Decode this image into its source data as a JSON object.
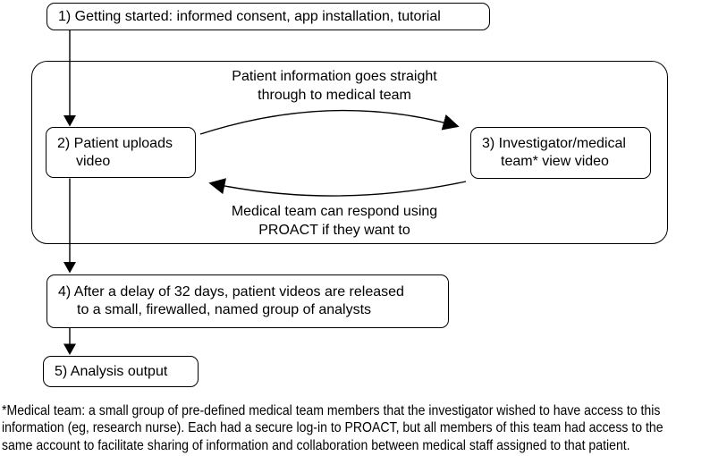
{
  "steps": {
    "step1": "1) Getting started: informed consent, app installation, tutorial",
    "step2": "2) Patient uploads\nvideo",
    "step3": "3) Investigator/medical\nteam* view video",
    "step4": "4) After a delay of 32 days, patient videos are released\nto a small, firewalled, named group of analysts",
    "step5": "5) Analysis output"
  },
  "arrow_labels": {
    "patient_to_team": "Patient information goes straight\nthrough to medical team",
    "team_response": "Medical team can respond using\nPROACT if they want to"
  },
  "footnote": {
    "lines": [
      "*Medical team: a small group of pre-defined medical team members that the investigator wished to have access to this",
      "information (eg, research nurse). Each had a secure log-in to PROACT, but all members of this team had access to the",
      "same account to facilitate sharing of information and collaboration between medical staff assigned to that patient."
    ]
  },
  "colors": {
    "stroke": "#000000",
    "box_fill": "#ffffff",
    "text": "#000000",
    "background": "#ffffff"
  }
}
